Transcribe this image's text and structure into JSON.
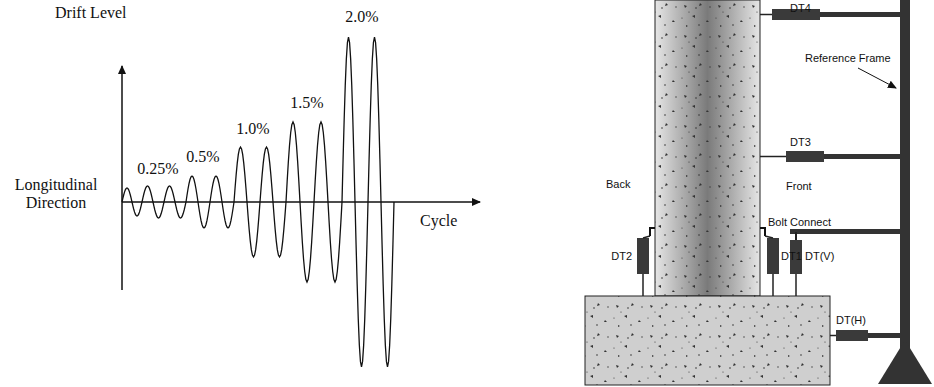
{
  "diagram": {
    "labels": [
      "Drift Level",
      "0.25%",
      "0.5%",
      "1.0%",
      "1.5%",
      "2.0%",
      "Longitudinal Direction",
      "Cycle",
      "DT4",
      "Reference Frame",
      "DT3",
      "Back",
      "Front",
      "Bolt Connect",
      "DT2",
      "DT1",
      "DT(V)",
      "DT(H)"
    ]
  }
}
